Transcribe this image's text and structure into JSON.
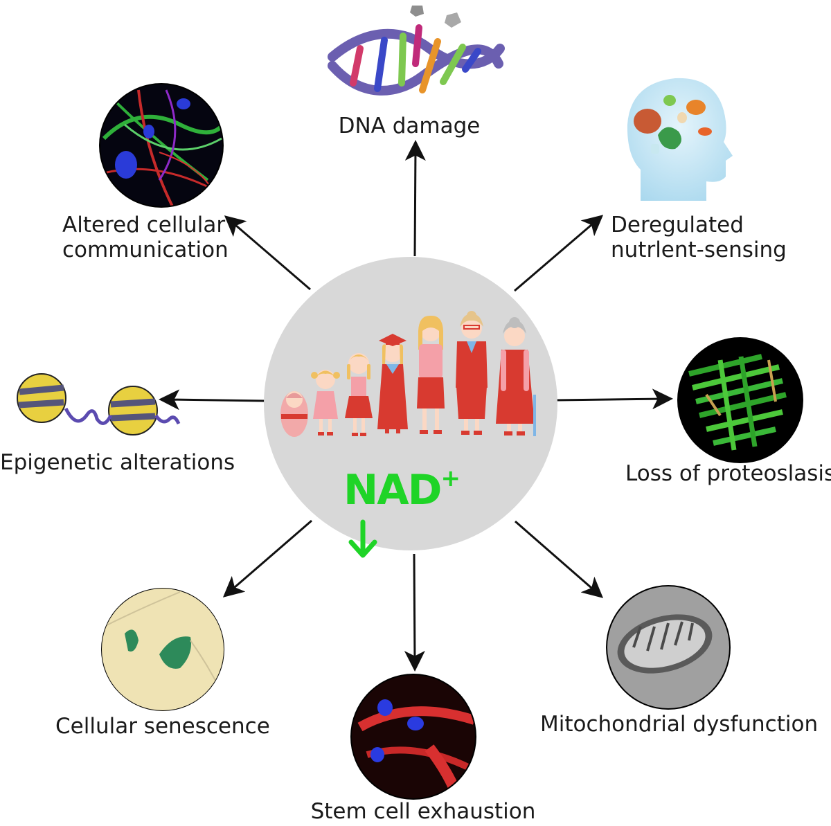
{
  "center": {
    "nad_text": "NAD",
    "nad_superscript": "+",
    "arrow": "down",
    "color": "#1fd427",
    "circle_color": "#d8d8d8"
  },
  "hallmarks": {
    "dna_damage": "DNA damage",
    "altered_communication": [
      "Altered cellular",
      "communication"
    ],
    "deregulated_nutrient": [
      "Deregulated",
      "nutrlent-sensing"
    ],
    "epigenetic": "Epigenetic alterations",
    "proteostasis": "Loss of proteoslasis",
    "senescence": "Cellular senescence",
    "mitochondrial": "Mitochondrial dysfunction",
    "stem_cell": "Stem cell exhaustion"
  }
}
